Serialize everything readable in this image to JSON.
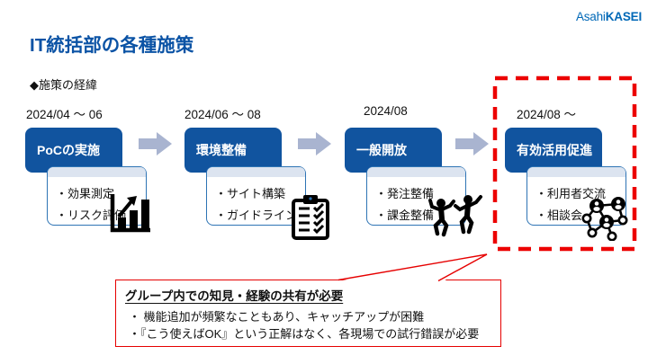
{
  "logo": {
    "asahi": "Asahi",
    "kasei": "KASEI"
  },
  "title": "IT統括部の各種施策",
  "section_heading": "◆施策の経緯",
  "steps": [
    {
      "date": "2024/04 ～ 06",
      "label": "PoCの実施",
      "bullets": [
        "・効果測定",
        "・リスク評価"
      ],
      "icon": "bar-chart-growth-icon"
    },
    {
      "date": "2024/06 ～ 08",
      "label": "環境整備",
      "bullets": [
        "・サイト構築",
        "・ガイドライン"
      ],
      "icon": "clipboard-checklist-icon"
    },
    {
      "date": "2024/08",
      "label": "一般開放",
      "bullets": [
        "・発注整備",
        "・課金整備"
      ],
      "icon": "people-celebrating-icon"
    },
    {
      "date": "2024/08 ～",
      "label": "有効活用促進",
      "bullets": [
        "・利用者交流",
        "・相談会"
      ],
      "icon": "people-network-icon",
      "highlighted": true
    }
  ],
  "callout": {
    "title": "グループ内での知見・経験の共有が必要",
    "bullets": [
      "・ 機能追加が頻繁なこともあり、キャッチアップが困難",
      "・『こう使えばOK』という正解はなく、各現場での試行錯誤が必要"
    ]
  },
  "colors": {
    "brand_blue": "#0068B7",
    "title_blue": "#0B53A5",
    "step_box_blue": "#11549F",
    "detail_border_blue": "#2E74B5",
    "detail_band_blue": "#DCE4F0",
    "arrow_gray_blue": "#A9B4D0",
    "highlight_red": "#EC0000",
    "callout_red": "#E60000"
  }
}
